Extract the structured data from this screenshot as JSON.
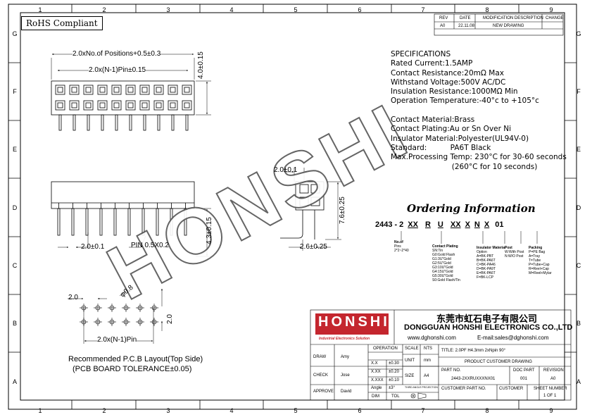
{
  "border": {
    "columns": [
      "1",
      "2",
      "3",
      "4",
      "5",
      "6",
      "7",
      "8",
      "9"
    ],
    "rows": [
      "G",
      "F",
      "E",
      "D",
      "C",
      "B",
      "A"
    ]
  },
  "rohs": "RoHS Compliant",
  "revision_table": {
    "headers": [
      "REV",
      "DATE",
      "MODIFICATION DESCRIPTION",
      "CHANGE"
    ],
    "row": [
      "A0",
      "22.11.08",
      "NEW DRAWING",
      ""
    ]
  },
  "watermark": "HONSHI",
  "dimensions": {
    "overall_length": "2.0xNo.of Positions+0.5±0.3",
    "pin_span": "2.0x(N-1)Pin±0.15",
    "height": "4.0±0.15",
    "pitch_top": "2.0±0.1",
    "pitch_bottom": "2.0±0.1",
    "pin_size": "PIN 0.5X0.2",
    "pin_length": "4.3±0.15",
    "side_height": "7.6±0.25",
    "tail_length": "2.6±0.25",
    "hole_dia": "φ0.8",
    "pcb_pitch_x": "2.0",
    "pcb_pitch_y": "2.0",
    "pcb_span": "2.0x(N-1)Pin"
  },
  "pcb_layout_caption": [
    "Recommended P.C.B Layout(Top Side)",
    "(PCB BOARD TOLERANCE±0.05)"
  ],
  "specifications": {
    "title": "SPECIFICATIONS",
    "lines": [
      "Rated Current:1.5AMP",
      "Contact Resistance:20mΩ Max",
      "Withstand Voltage:500V AC/DC",
      "Insulation Resistance:1000MΩ Min",
      "Operation Temperature:-40°c to +105°c",
      "",
      "Contact Material:Brass",
      "Contact Plating:Au or Sn Over Ni",
      "Insulator Material:Polyester(UL94V-0)",
      "Standard:          PA6T Black",
      "Max.Processing Temp: 230°C for 30-60 seconds",
      "                          (260°C for 10 seconds)"
    ]
  },
  "ordering": {
    "title": "Ordering Information",
    "code": [
      "2443",
      "-",
      "2",
      "XX",
      "R",
      "U",
      "XX",
      "X",
      "N",
      "X",
      "01"
    ],
    "notes": {
      "pins": [
        "No.of",
        "Pins",
        "2*2~2*40"
      ],
      "plating": [
        "Contact Plating",
        "SN:Tin",
        "G0:Gold Flash",
        "G1:3U\"Gold",
        "G2:5U\"Gold",
        "G3:10U\"Gold",
        "G4:15U\"Gold",
        "G5:30U\"Gold",
        "S0:Gold Flash/Tin"
      ],
      "insulator": [
        "Insulator Material",
        "Option",
        "A=BK-PBT",
        "B=BK-PA6T",
        "C=BK-PA46",
        "D=BK-PA9T",
        "E=BK-PA6T",
        "F=BK-LCP"
      ],
      "post": [
        "Post",
        "W:With Post",
        "N:W/O Post"
      ],
      "packing": [
        "Packing",
        "P=PE Bag",
        "A=Tray",
        "T=Tube",
        "P=Tube+Cap",
        "R=Reel+Cap",
        "M=Reel+Mylar"
      ]
    }
  },
  "title_block": {
    "company_cn": "东莞市虹石电子有限公司",
    "company_en": "DONGGUAN HONSHI ELECTRONICS CO.,LTD",
    "logo": "HONSHI",
    "logo_sub": "Industrial Electronics Solution",
    "website": "www.dghonshi.com",
    "email": "E-mail:sales@dghonshi.com",
    "draw_label": "DRAW",
    "draw_name": "Amy",
    "check_label": "CHECK",
    "check_name": "Jose",
    "approve_label": "APPROVE",
    "approve_name": "David",
    "operation": "OPERATION",
    "tolerances": [
      [
        "X.X",
        "±0.30"
      ],
      [
        "X.XX",
        "±0.20"
      ],
      [
        "X.XXX",
        "±0.10"
      ],
      [
        "Angle",
        "±3°"
      ]
    ],
    "dim": "DIM",
    "tol": "TOL",
    "scale_label": "SCALE",
    "scale": "NTS",
    "unit_label": "UNIT",
    "unit": "mm",
    "size_label": "SIZE",
    "size": "A4",
    "projection": "THIRD ANGLE PROJECTION",
    "title": "TITLE: 2.0PF  H4.3mm  2xNpin  90°",
    "subtitle": "PRODUCT CUSTOMER DRAWING",
    "part_no_label": "PART NO.",
    "part_no": "2443-2XXRUXXXNX01",
    "doc_part_label": "DOC PART",
    "doc_part": "001",
    "revision_label": "REVISION",
    "revision": "A0",
    "customer_part_label": "CUSTOMER PART NO.",
    "customer_label": "CUSTOMER",
    "sheet_label": "SHEET NUMBER",
    "sheet": "1 OF 1"
  }
}
